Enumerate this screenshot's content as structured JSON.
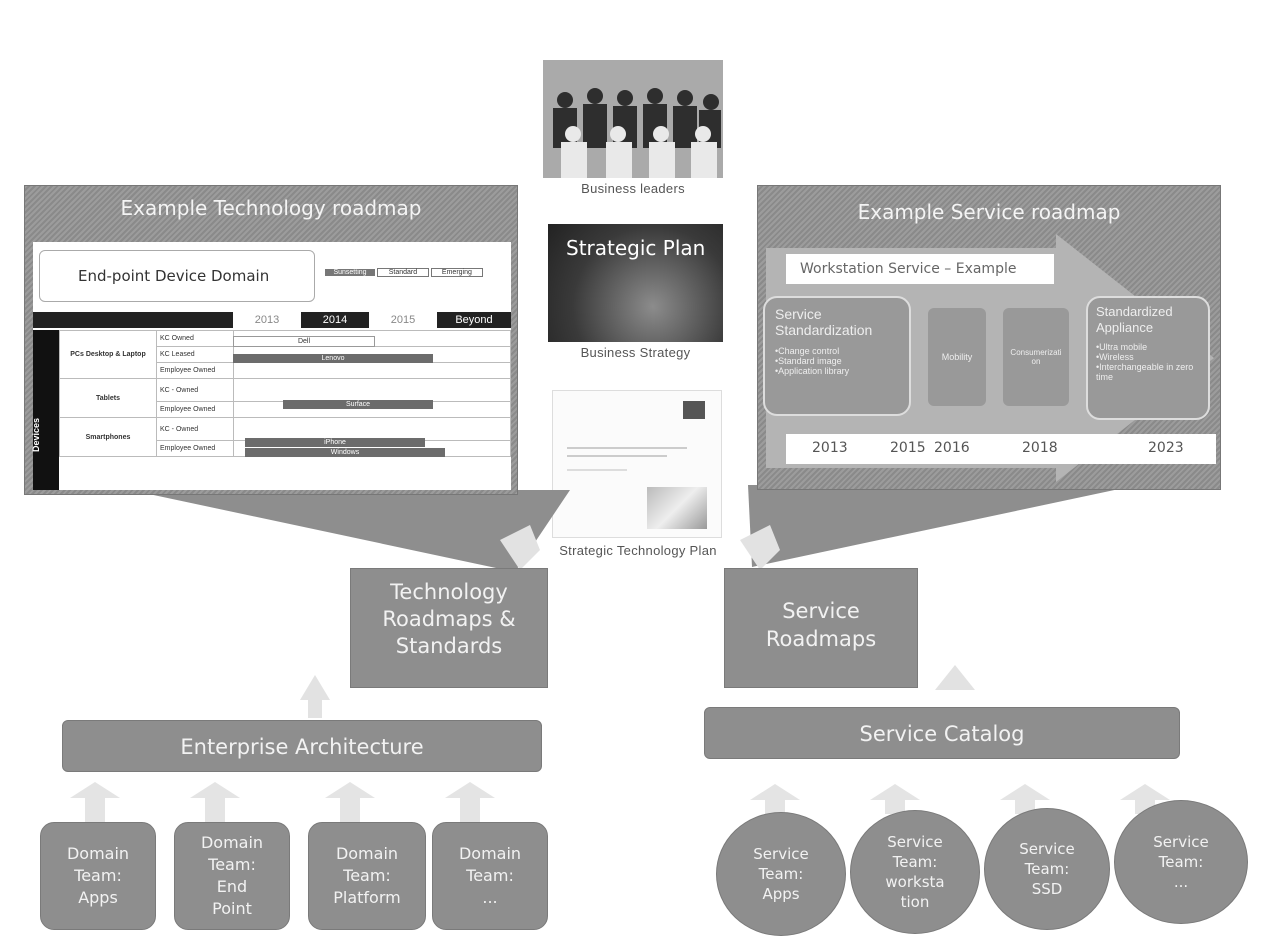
{
  "top_images": {
    "business_leaders": {
      "caption": "Business leaders"
    },
    "business_strategy": {
      "caption": "Business Strategy",
      "cover_title": "Strategic Plan"
    },
    "strategic_tech_plan": {
      "caption": "Strategic Technology Plan"
    }
  },
  "tech_roadmap": {
    "title": "Example Technology roadmap",
    "domain_label": "End-point Device Domain",
    "years": [
      "2013",
      "2014",
      "2015",
      "Beyond"
    ],
    "legend": [
      "Sunsetting",
      "Standard",
      "Emerging"
    ],
    "side_label": "Devices",
    "rows": [
      {
        "group": "PCs Desktop & Laptop",
        "sub": [
          "KC Owned",
          "KC Leased",
          "Employee Owned"
        ]
      },
      {
        "group": "Tablets",
        "sub": [
          "KC - Owned",
          "Employee Owned"
        ]
      },
      {
        "group": "Smartphones",
        "sub": [
          "KC - Owned",
          "Employee Owned"
        ]
      }
    ],
    "bars": [
      "Dell",
      "Lenovo",
      "Surface",
      "iPhone",
      "Windows"
    ]
  },
  "service_roadmap": {
    "title": "Example Service roadmap",
    "banner": "Workstation Service – Example",
    "stage1_title": "Service Standardization",
    "stage1_items": [
      "•Change control",
      "•Standard image",
      "•Application library"
    ],
    "stage2": "Mobility",
    "stage3": "Consumerization",
    "stage4_title": "Standardized Appliance",
    "stage4_items": [
      "•Ultra mobile",
      "•Wireless",
      "•Interchangeable in zero time"
    ],
    "years": [
      "2013",
      "2015",
      "2016",
      "2018",
      "2023"
    ]
  },
  "center_boxes": {
    "tech": [
      "Technology",
      "Roadmaps &",
      "Standards"
    ],
    "service": [
      "Service",
      "Roadmaps"
    ]
  },
  "bars": {
    "enterprise": "Enterprise Architecture",
    "catalog": "Service Catalog"
  },
  "domain_teams": [
    [
      "Domain",
      "Team:",
      "Apps"
    ],
    [
      "Domain",
      "Team:",
      "End",
      "Point"
    ],
    [
      "Domain",
      "Team:",
      "Platform"
    ],
    [
      "Domain",
      "Team:",
      "..."
    ]
  ],
  "service_teams": [
    [
      "Service",
      "Team:",
      "Apps"
    ],
    [
      "Service",
      "Team:",
      "worksta",
      "tion"
    ],
    [
      "Service",
      "Team:",
      "SSD"
    ],
    [
      "Service",
      "Team:",
      "..."
    ]
  ]
}
